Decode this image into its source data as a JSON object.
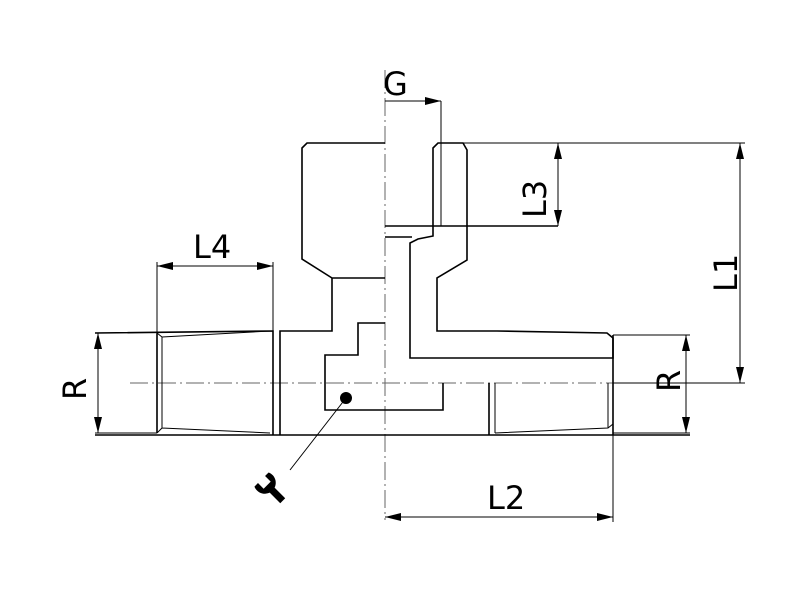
{
  "drawing": {
    "labels": {
      "g": "G",
      "l1": "L1",
      "l2": "L2",
      "l3": "L3",
      "l4": "L4",
      "r_left": "R",
      "r_right": "R"
    },
    "icons": [
      "wrench-icon"
    ]
  }
}
